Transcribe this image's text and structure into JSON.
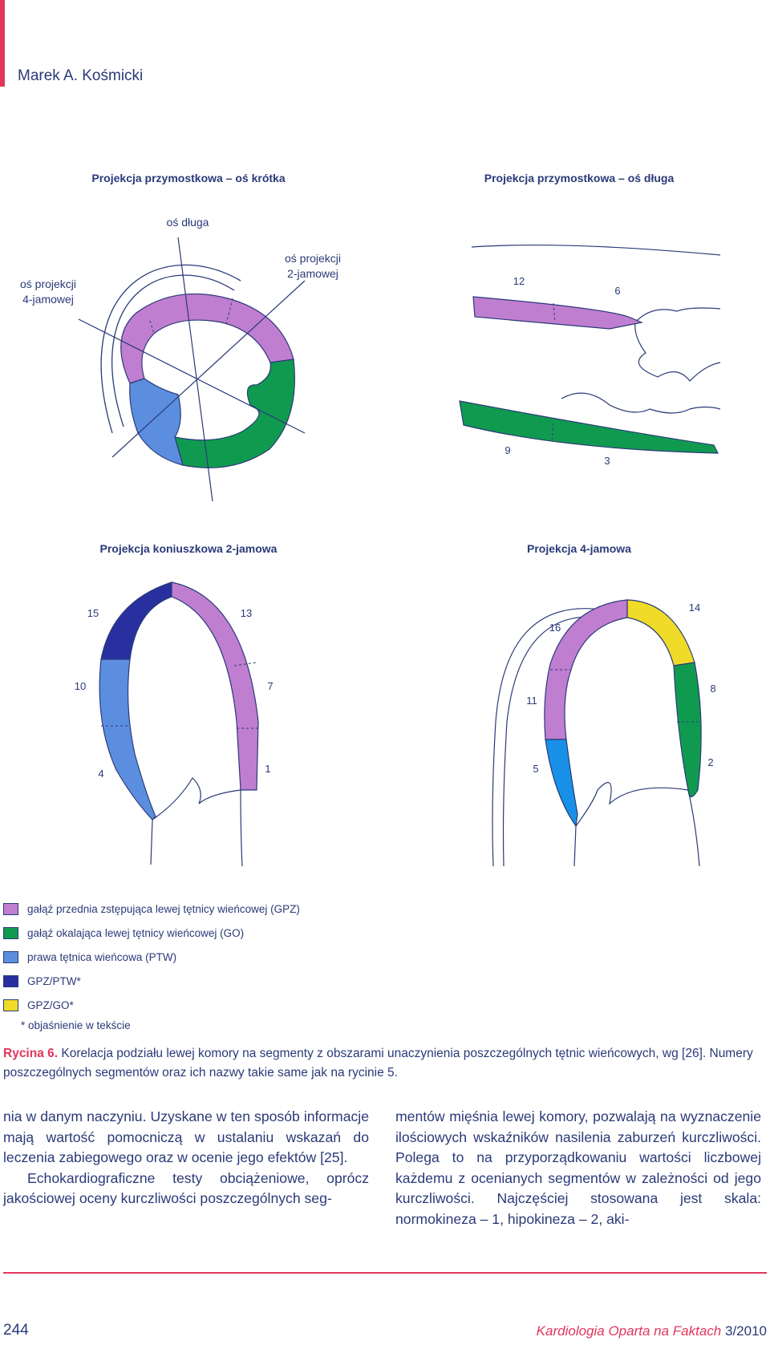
{
  "header": {
    "author": "Marek A. Kośmicki"
  },
  "figure": {
    "panels": {
      "psax": {
        "title": "Projekcja przymostkowa – oś krótka",
        "axis_long": "oś długa",
        "axis_4ch_line1": "oś projekcji",
        "axis_4ch_line2": "4-jamowej",
        "axis_2ch_line1": "oś projekcji",
        "axis_2ch_line2": "2-jamowej"
      },
      "plax": {
        "title": "Projekcja przymostkowa – oś długa",
        "segments": [
          "12",
          "6",
          "9",
          "3"
        ]
      },
      "a2ch": {
        "title": "Projekcja koniuszkowa 2-jamowa",
        "segments": [
          "15",
          "13",
          "10",
          "7",
          "4",
          "1"
        ]
      },
      "a4ch": {
        "title": "Projekcja 4-jamowa",
        "segments": [
          "14",
          "16",
          "8",
          "11",
          "5",
          "2"
        ]
      }
    },
    "colors": {
      "gpz": "#c07ed0",
      "go": "#109a50",
      "ptw": "#5c8ee0",
      "gpz_ptw": "#2830a0",
      "gpz_go": "#f0dc28",
      "ptw_a4ch": "#1890e8",
      "outline": "#2a3a78"
    },
    "legend": [
      {
        "label": "gałąź przednia zstępująca lewej tętnicy wieńcowej (GPZ)",
        "color": "#c07ed0"
      },
      {
        "label": "gałąź okalająca lewej tętnicy wieńcowej (GO)",
        "color": "#109a50"
      },
      {
        "label": "prawa tętnica wieńcowa (PTW)",
        "color": "#5c8ee0"
      },
      {
        "label": "GPZ/PTW*",
        "color": "#2830a0"
      },
      {
        "label": "GPZ/GO*",
        "color": "#f0dc28"
      }
    ],
    "legend_note": "* objaśnienie w tekście"
  },
  "caption": {
    "label": "Rycina 6.",
    "text": " Korelacja podziału lewej komory na segmenty z obszarami unaczynienia poszczególnych tętnic wieńcowych, wg [26]. Numery poszczególnych segmentów oraz ich nazwy takie same jak na rycinie 5."
  },
  "body": {
    "left_p1": "nia w danym naczyniu. Uzyskane w ten sposób informacje mają wartość pomocniczą w ustalaniu wskazań do leczenia zabiegowego oraz w ocenie jego efektów [25].",
    "left_p2": "Echokardiograficzne testy obciążeniowe, oprócz jakościowej oceny kurczliwości poszczególnych seg-",
    "right_p1": "mentów mięśnia lewej komory, pozwalają na wyznaczenie ilościowych wskaźników nasilenia zaburzeń kurczliwości. Polega to na przyporządkowaniu wartości liczbowej każdemu z ocenianych segmentów w zależności od jego kurczliwości. Najczęściej stosowana jest skala: normokineza – 1, hipokineza – 2, aki-"
  },
  "footer": {
    "page": "244",
    "journal": "Kardiologia Oparta na Faktach",
    "issue": " 3/2010"
  }
}
